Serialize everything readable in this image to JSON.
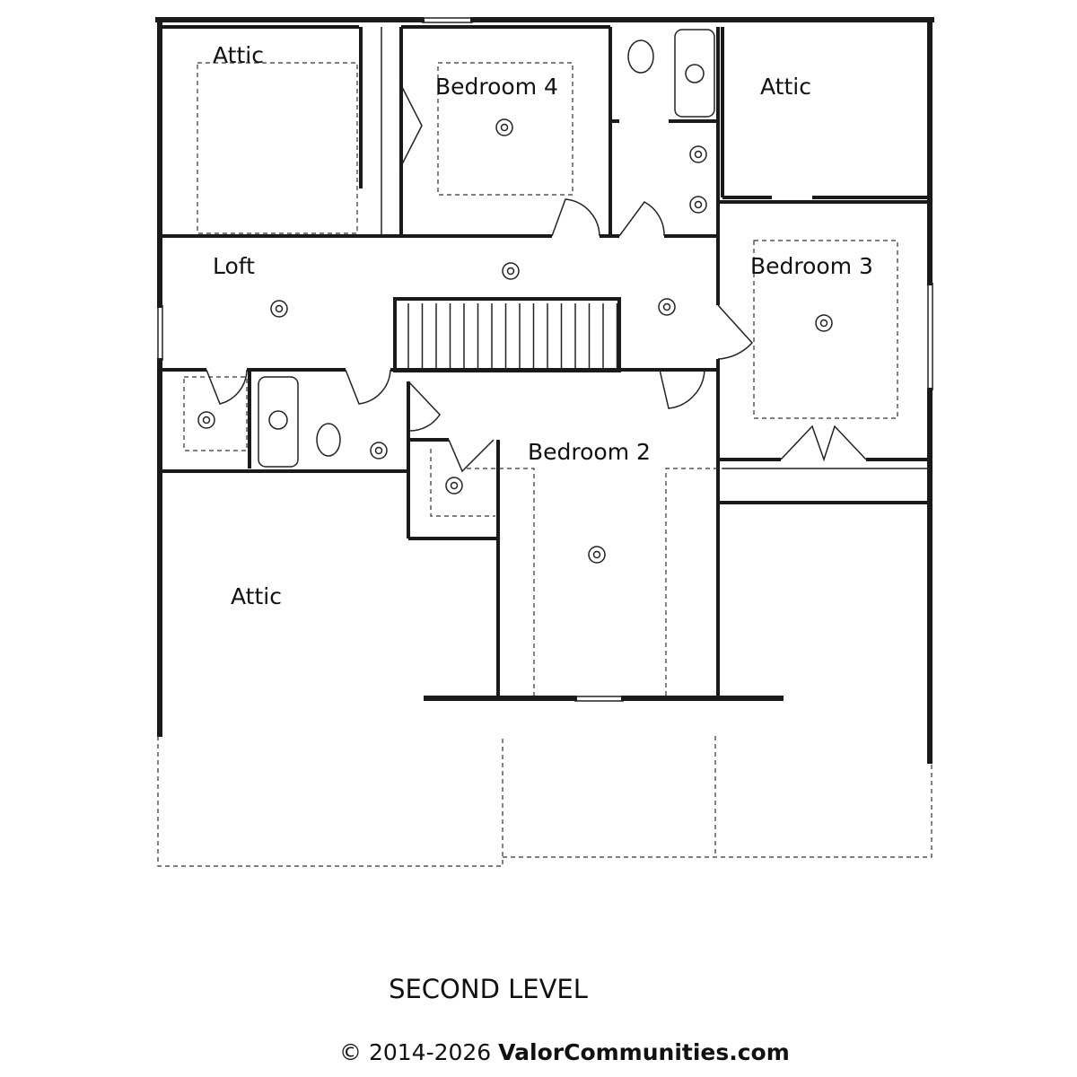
{
  "rooms": {
    "attic_top_left": "Attic",
    "bedroom4": "Bedroom 4",
    "attic_top_right": "Attic",
    "loft": "Loft",
    "bedroom3": "Bedroom 3",
    "bedroom2": "Bedroom 2",
    "attic_bottom_left": "Attic"
  },
  "footer": {
    "level_title": "SECOND LEVEL",
    "copyright": "© 2014-2026",
    "brand": "ValorCommunities.com"
  }
}
